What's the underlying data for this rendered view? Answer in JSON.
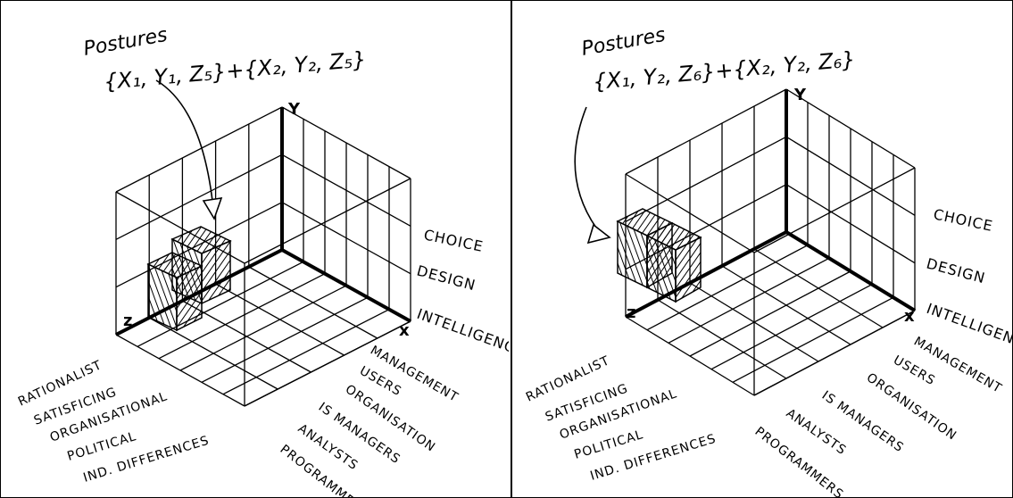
{
  "panels": [
    {
      "title": "Postures",
      "formula": "{X₁, Y₁, Z₅}+{X₂, Y₂, Z₅}",
      "axes": {
        "x": "x",
        "y": "Y",
        "z": "z"
      },
      "y_levels": [
        "CHOICE",
        "DESIGN",
        "INTELLIGENCE"
      ],
      "x_items": [
        "MANAGEMENT",
        "USERS",
        "ORGANISATION",
        "IS MANAGERS",
        "ANALYSTS",
        "PROGRAMMERS"
      ],
      "z_items": [
        "RATIONALIST",
        "SATISFICING",
        "ORGANISATIONAL",
        "POLITICAL",
        "IND. DIFFERENCES"
      ]
    },
    {
      "title": "Postures",
      "formula": "{X₁, Y₂, Z₆}+{X₂, Y₂, Z₆}",
      "axes": {
        "x": "x",
        "y": "Y",
        "z": "z"
      },
      "y_levels": [
        "CHOICE",
        "DESIGN",
        "INTELLIGENCE"
      ],
      "x_items": [
        "MANAGEMENT",
        "USERS",
        "ORGANISATION",
        "IS MANAGERS",
        "ANALYSTS",
        "PROGRAMMERS"
      ],
      "z_items": [
        "RATIONALIST",
        "SATISFICING",
        "ORGANISATIONAL",
        "POLITICAL",
        "IND. DIFFERENCES"
      ]
    }
  ]
}
